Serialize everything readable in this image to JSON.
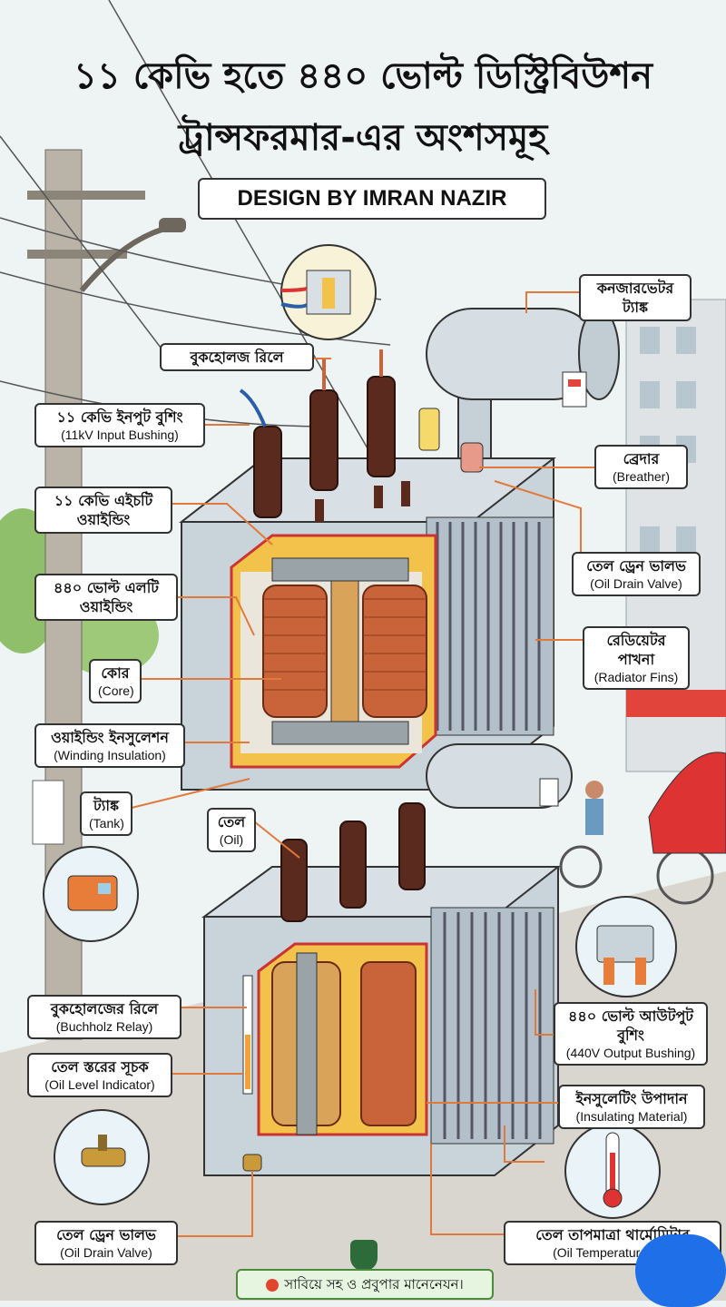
{
  "title": {
    "line1": "১১ কেভি হতে ৪৪০ ভোল্ট ডিস্ট্রিবিউশন",
    "line2": "ট্রান্সফরমার-এর অংশসমূহ"
  },
  "credit": "DESIGN BY IMRAN NAZIR",
  "labels": {
    "conservator": {
      "bn": "কনজারভেটর ট্যাঙ্ক"
    },
    "buchholz_top": {
      "bn": "বুকহোলজ রিলে"
    },
    "input_bushing": {
      "bn": "১১ কেভি ইনপুট বুশিং",
      "en": "(11kV Input Bushing)"
    },
    "breather": {
      "bn": "ব্রেদার",
      "en": "(Breather)"
    },
    "hv_winding": {
      "bn": "১১ কেভি এইচটি ওয়াইন্ডিং"
    },
    "oil_drain_top": {
      "bn": "তেল ড্রেন ভালভ",
      "en": "(Oil Drain Valve)"
    },
    "lv_winding": {
      "bn": "৪৪০ ভোল্ট এলটি ওয়াইন্ডিং"
    },
    "radiator": {
      "bn": "রেডিয়েটর পাখনা",
      "en": "(Radiator Fins)"
    },
    "core": {
      "bn": "কোর",
      "en": "(Core)"
    },
    "winding_insulation": {
      "bn": "ওয়াইন্ডিং ইনসুলেশন",
      "en": "(Winding Insulation)"
    },
    "tank": {
      "bn": "ট্যাঙ্ক",
      "en": "(Tank)"
    },
    "oil": {
      "bn": "তেল",
      "en": "(Oil)"
    },
    "buchholz_bottom": {
      "bn": "বুকহোলজের রিলে",
      "en": "(Buchholz Relay)"
    },
    "output_bushing": {
      "bn": "৪৪০ ভোল্ট আউটপুট বুশিং",
      "en": "(440V Output Bushing)"
    },
    "oil_level": {
      "bn": "তেল স্তরের সূচক",
      "en": "(Oil Level Indicator)"
    },
    "insulating_material": {
      "bn": "ইনসুলেটিং উপাদান",
      "en": "(Insulating Material)"
    },
    "oil_drain_bottom": {
      "bn": "তেল ড্রেন ভালভ",
      "en": "(Oil Drain Valve)"
    },
    "oil_temp": {
      "bn": "তেল তাপমাত্রা থার্মোমিটার",
      "en": "(Oil Temperature The"
    }
  },
  "footer": "সাবিয়ে সহ ও প্রবুপার মানেনেযন।",
  "colors": {
    "copper": "#c9643a",
    "bushing": "#5a2a1e",
    "tank": "#c9d3da",
    "insulation": "#f2c24a",
    "leader": "#e07a3c"
  }
}
